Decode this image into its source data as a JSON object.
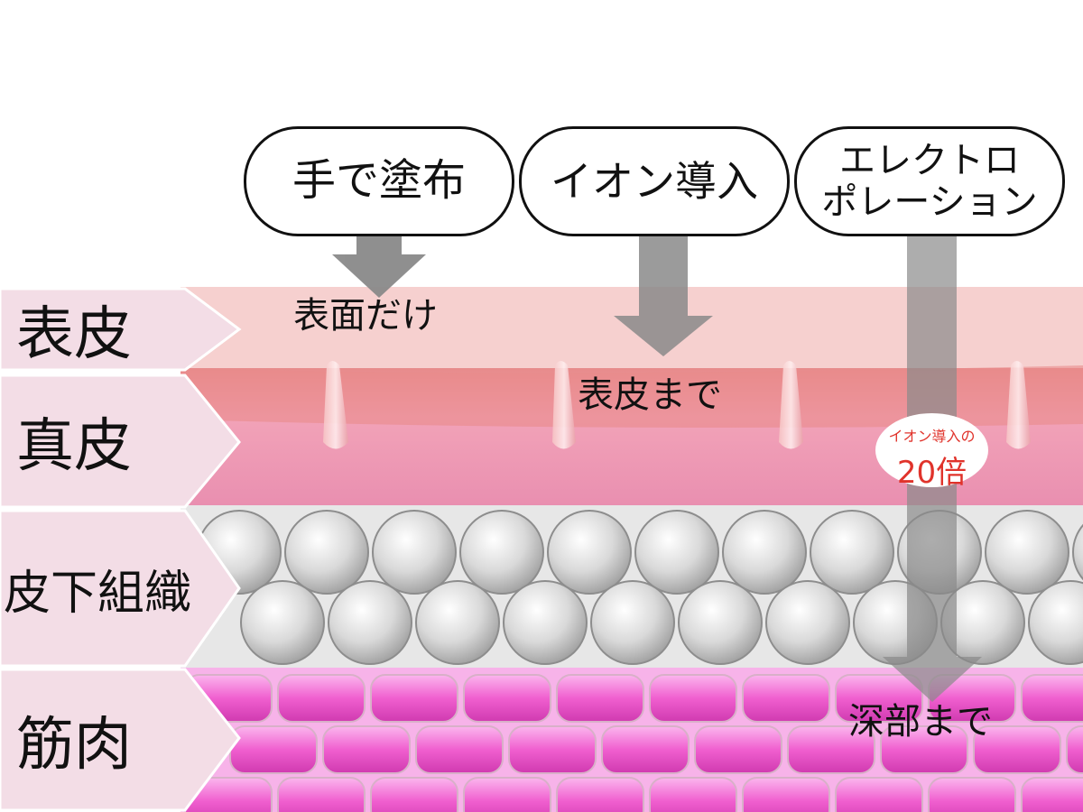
{
  "methods": [
    {
      "id": "hand",
      "label_lines": [
        "手で塗布"
      ],
      "reach_label": "表面だけ"
    },
    {
      "id": "ion",
      "label_lines": [
        "イオン導入"
      ],
      "reach_label": "表皮まで"
    },
    {
      "id": "electro",
      "label_lines": [
        "エレクトロ",
        "ポレーション"
      ],
      "reach_label": "深部まで"
    }
  ],
  "layers": [
    {
      "id": "epidermis",
      "label": "表皮",
      "color": "#f6d3d3"
    },
    {
      "id": "dermis",
      "label": "真皮",
      "color": "#f1a9bf"
    },
    {
      "id": "subcutaneous",
      "label": "皮下組織",
      "color": "#d8d8d8"
    },
    {
      "id": "muscle",
      "label": "筋肉",
      "color": "#f070d0"
    }
  ],
  "badge": {
    "line1": "イオン導入の",
    "line2": "20倍",
    "color": "#e0332b"
  },
  "colors": {
    "arrow": "#8a8a8a",
    "label_tab": "#f3dde6",
    "pill_border": "#111111"
  }
}
